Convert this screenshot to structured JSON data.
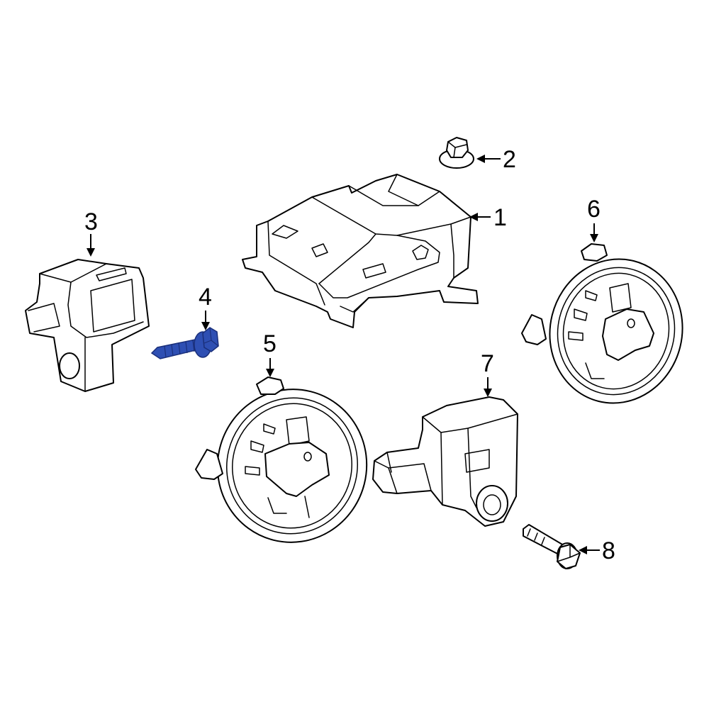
{
  "callouts": [
    {
      "id": "1",
      "label": "1"
    },
    {
      "id": "2",
      "label": "2"
    },
    {
      "id": "3",
      "label": "3"
    },
    {
      "id": "4",
      "label": "4"
    },
    {
      "id": "5",
      "label": "5"
    },
    {
      "id": "6",
      "label": "6"
    },
    {
      "id": "7",
      "label": "7"
    },
    {
      "id": "8",
      "label": "8"
    }
  ],
  "highlighted_part": "4",
  "colors": {
    "line": "#000000",
    "background": "#ffffff",
    "highlight_fill": "#2e4fb3",
    "highlight_stroke": "#1a2f7a"
  }
}
